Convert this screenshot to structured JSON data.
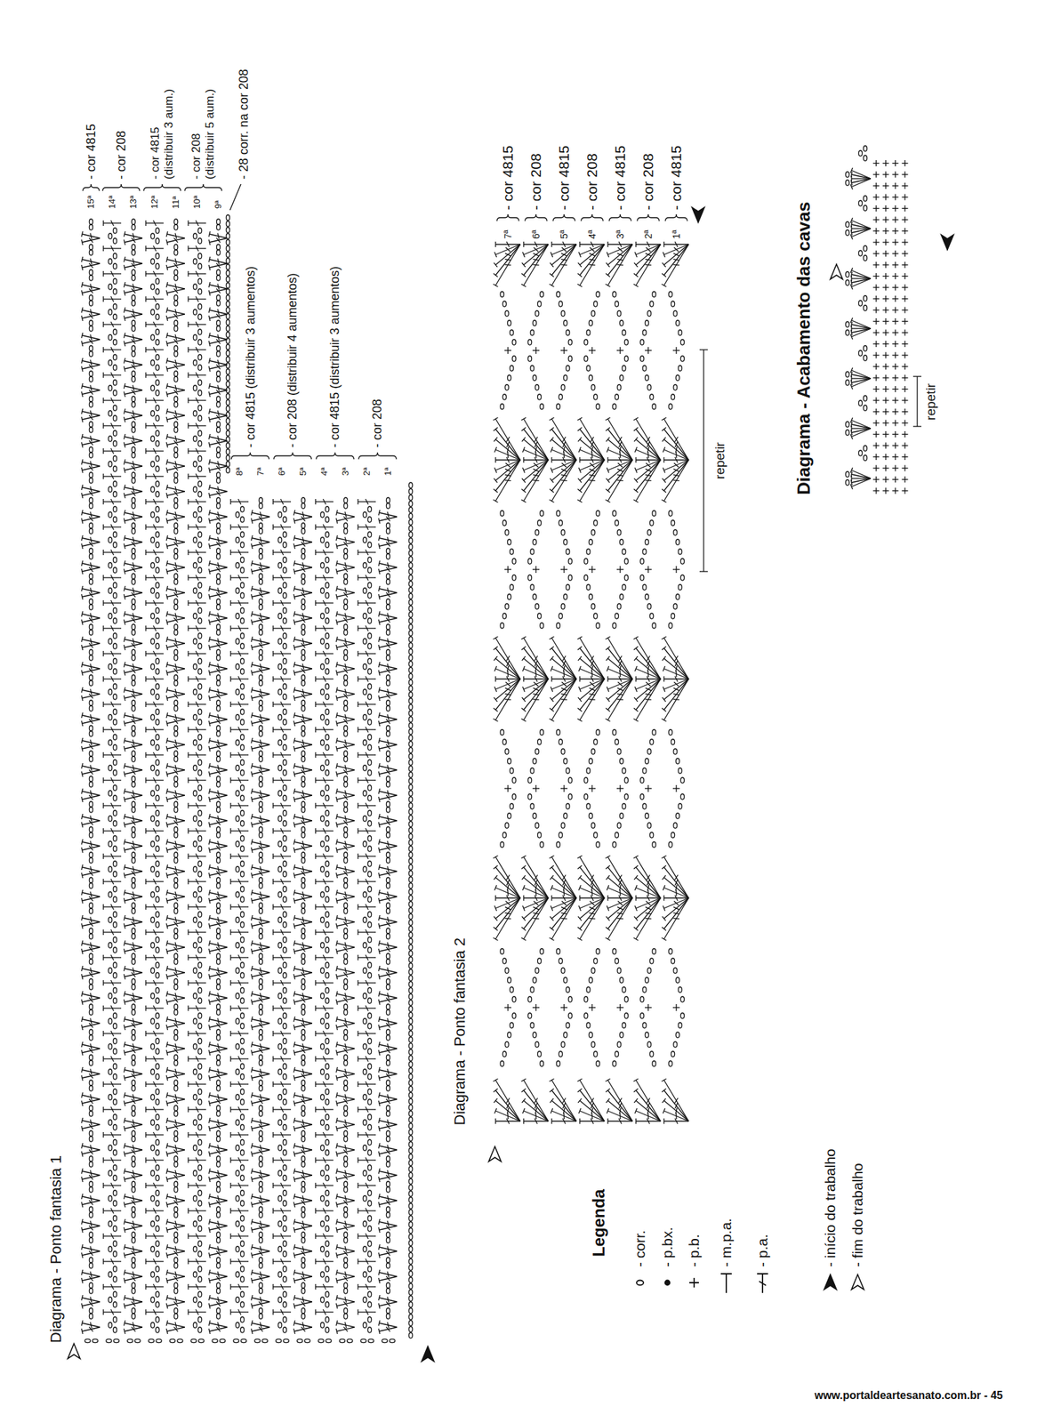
{
  "diagram": {
    "labels": [
      "Diagrama - Ponto fantasia 1",
      "15ª",
      "14ª",
      "13ª",
      "12ª",
      "11ª",
      "10ª",
      "9ª",
      "8ª",
      "7ª",
      "6ª",
      "5ª",
      "4ª",
      "3ª",
      "2ª",
      "1ª",
      "- cor 4815",
      "- cor 208",
      "- cor 4815 (distribuir 3 aum.)",
      "- cor 208 (distribuir 5 aum.)",
      "- 28 corr. na cor 208",
      "- cor 4815 (distribuir 3 aumentos)",
      "- cor 208 (distribuir 4 aumentos)",
      "- cor 4815 (distribuir 3 aumentos)",
      "- cor 208",
      "Diagrama - Ponto fantasia 2",
      "7ª",
      "6ª",
      "5ª",
      "4ª",
      "3ª",
      "2ª",
      "1ª",
      "- cor 4815",
      "- cor 208",
      "- cor 4815",
      "- cor 208",
      "- cor 4815",
      "- cor 208",
      "- cor 4815",
      "repetir",
      "Diagrama - Acabamento das cavas",
      "repetir",
      "Legenda",
      "www.portaldeartesanato.com.br - 45"
    ],
    "legend": [
      {
        "text": "- corr."
      },
      {
        "text": "- p.bx."
      },
      {
        "text": "- p.b."
      },
      {
        "text": "- m.p.a."
      },
      {
        "text": "- p.a."
      },
      {
        "text": "- início do trabalho"
      },
      {
        "text": "- fim do trabalho"
      }
    ]
  }
}
